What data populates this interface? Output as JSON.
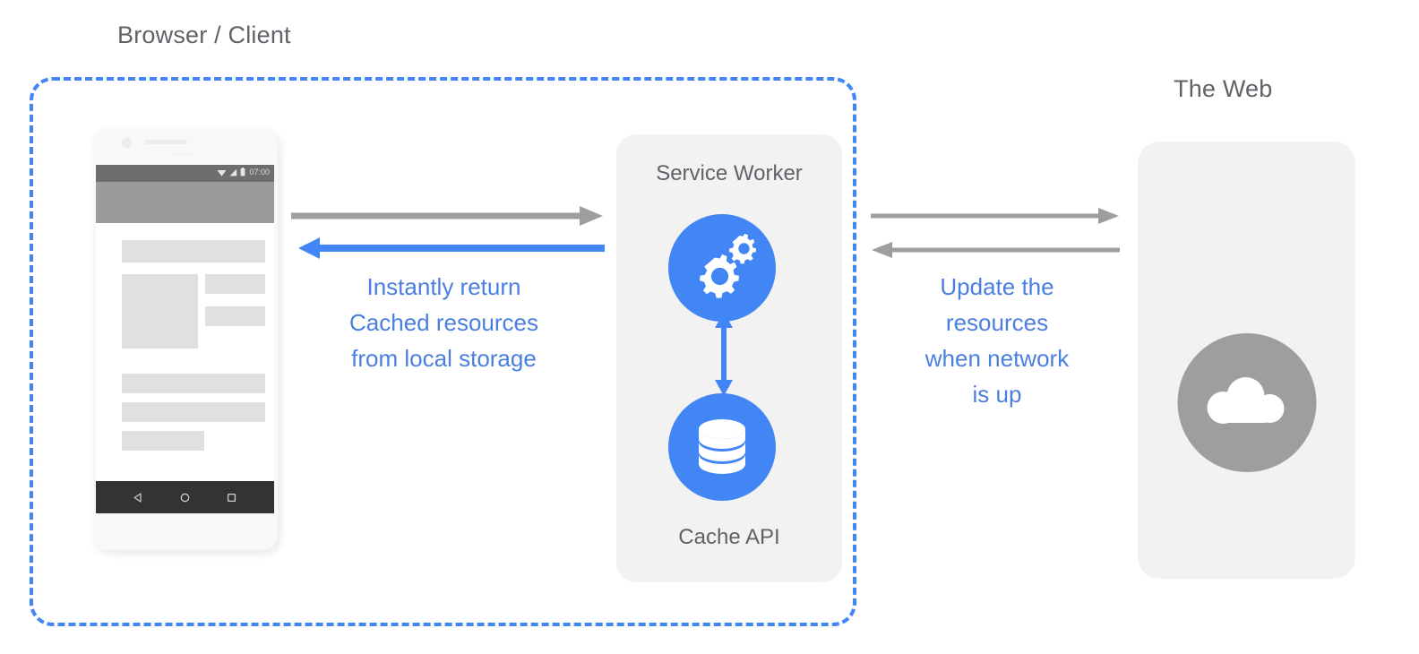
{
  "diagram": {
    "title_left": "Browser / Client",
    "title_right": "The Web",
    "colors": {
      "accent_blue": "#4285f4",
      "annotation_blue": "#4a7fe0",
      "panel_gray": "#f2f2f2",
      "text_gray": "#5f6368",
      "arrow_gray": "#9e9e9e",
      "web_disc_gray": "#9e9e9e"
    }
  },
  "phone": {
    "status_bar": {
      "time": "07:00",
      "icons": [
        "wifi-icon",
        "signal-icon",
        "battery-icon"
      ]
    },
    "nav_bar": {
      "icons": [
        "back-icon",
        "home-icon",
        "recents-icon"
      ]
    },
    "content_placeholders": [
      "title-block",
      "hero-block",
      "side-block-1",
      "side-block-2",
      "row-block-1",
      "row-block-2",
      "row-block-3"
    ]
  },
  "service_worker": {
    "title": "Service Worker",
    "icon": "gears-icon",
    "cache": {
      "title": "Cache API",
      "icon": "database-icon"
    }
  },
  "web": {
    "icon": "cloud-icon"
  },
  "annotations": {
    "cache_return": "Instantly return\nCached resources\nfrom local storage",
    "network_update": "Update the\nresources\nwhen network\nis up"
  },
  "arrows": [
    {
      "name": "arrow-client-to-service-worker",
      "direction": "right",
      "color": "#9e9e9e"
    },
    {
      "name": "arrow-service-worker-to-client",
      "direction": "left",
      "color": "#4285f4"
    },
    {
      "name": "arrow-service-worker-to-web",
      "direction": "right",
      "color": "#9e9e9e"
    },
    {
      "name": "arrow-web-to-service-worker",
      "direction": "left",
      "color": "#9e9e9e"
    },
    {
      "name": "arrow-service-worker-cache",
      "direction": "both",
      "color": "#4285f4"
    }
  ]
}
